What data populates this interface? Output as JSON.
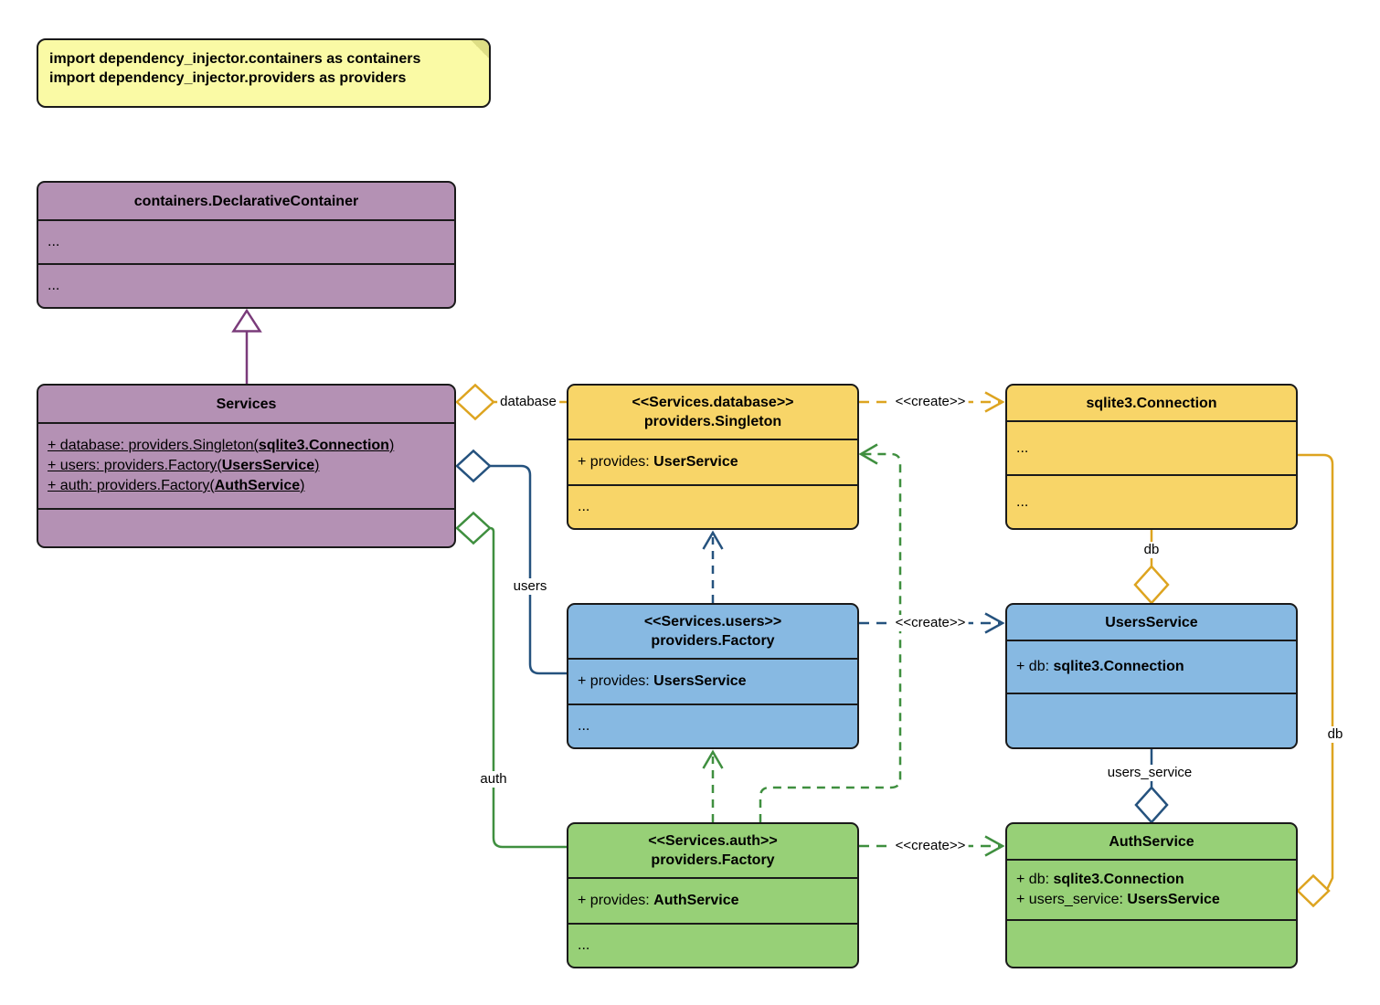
{
  "note": {
    "line1": "import dependency_injector.containers as containers",
    "line2": "import dependency_injector.providers as providers"
  },
  "colors": {
    "purple_fill": "#b491b4",
    "purple_line": "#7a3b7a",
    "yellow_fill": "#f8d568",
    "yellow_line": "#dda420",
    "blue_fill": "#87b9e2",
    "blue_line": "#25527e",
    "green_fill": "#97d077",
    "green_line": "#3f8f3f",
    "note_fill": "#fafaa5"
  },
  "classes": {
    "declarative_container": {
      "title": "containers.DeclarativeContainer",
      "section1": "...",
      "section2": "..."
    },
    "services": {
      "title": "Services",
      "attributes": [
        {
          "prefix": "+ database: providers.Singleton(",
          "bold": "sqlite3.Connection",
          "suffix": ")"
        },
        {
          "prefix": "+ users: providers.Factory(",
          "bold": "UsersService",
          "suffix": ")"
        },
        {
          "prefix": "+ auth: providers.Factory(",
          "bold": "AuthService",
          "suffix": ")"
        }
      ]
    },
    "database_singleton": {
      "stereotype": "<<Services.database>>",
      "title": "providers.Singleton",
      "provides": {
        "prefix": "+ provides: ",
        "bold": "UserService"
      },
      "section3": "..."
    },
    "sqlite_connection": {
      "title": "sqlite3.Connection",
      "section1": "...",
      "section2": "..."
    },
    "users_factory": {
      "stereotype": "<<Services.users>>",
      "title": "providers.Factory",
      "provides": {
        "prefix": "+ provides: ",
        "bold": "UsersService"
      },
      "section3": "..."
    },
    "users_service": {
      "title": "UsersService",
      "attributes": [
        {
          "prefix": "+ db: ",
          "bold": "sqlite3.Connection"
        }
      ]
    },
    "auth_factory": {
      "stereotype": "<<Services.auth>>",
      "title": "providers.Factory",
      "provides": {
        "prefix": "+ provides: ",
        "bold": "AuthService"
      },
      "section3": "..."
    },
    "auth_service": {
      "title": "AuthService",
      "attributes": [
        {
          "prefix": "+ db: ",
          "bold": "sqlite3.Connection"
        },
        {
          "prefix": "+ users_service: ",
          "bold": "UsersService"
        }
      ]
    }
  },
  "edge_labels": {
    "database": "database",
    "users": "users",
    "auth": "auth",
    "db_top": "db",
    "db_right": "db",
    "users_service": "users_service",
    "create_database": "<<create>>",
    "create_users": "<<create>>",
    "create_auth": "<<create>>"
  }
}
